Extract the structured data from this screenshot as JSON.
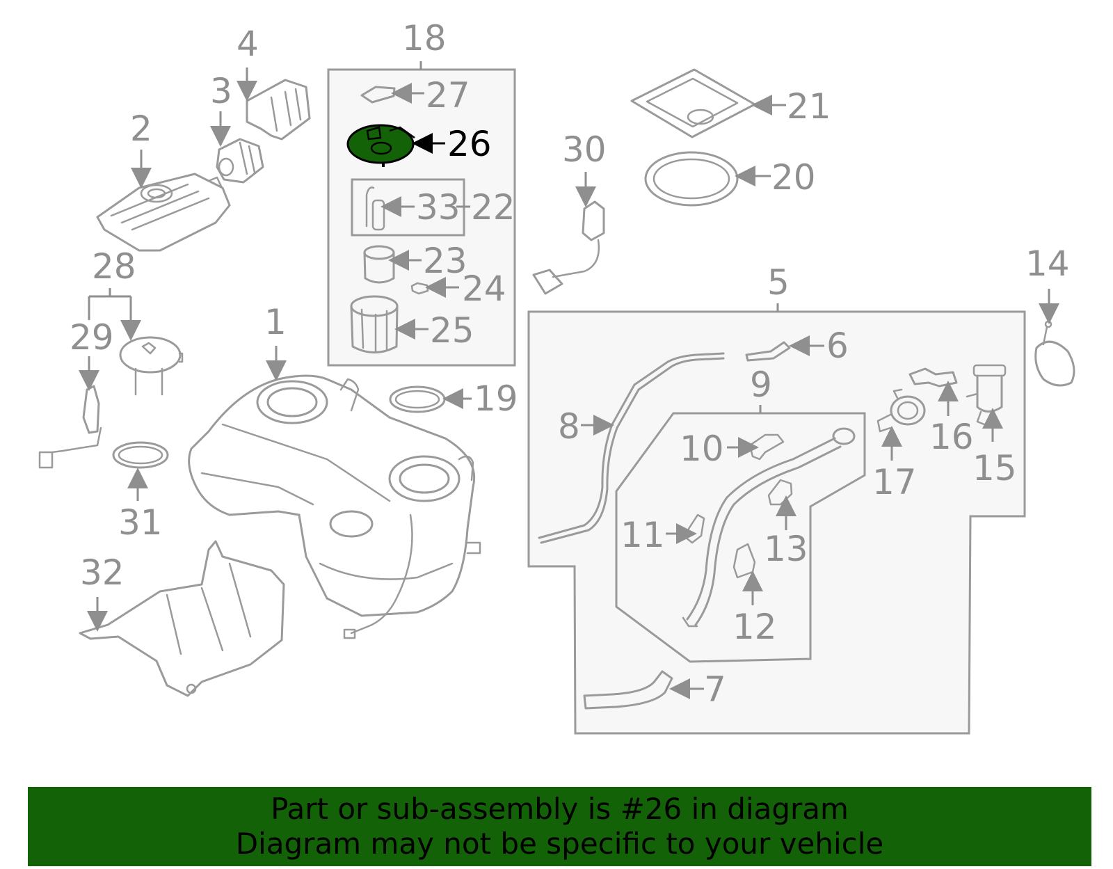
{
  "diagram": {
    "highlight_part": "26",
    "highlight_color": "#136207",
    "line_color": "#9a9a9a",
    "callouts": [
      "1",
      "2",
      "3",
      "4",
      "5",
      "6",
      "7",
      "8",
      "9",
      "10",
      "11",
      "12",
      "13",
      "14",
      "15",
      "16",
      "17",
      "18",
      "19",
      "20",
      "21",
      "22",
      "23",
      "24",
      "25",
      "26",
      "27",
      "28",
      "29",
      "30",
      "31",
      "32",
      "33"
    ]
  },
  "banner": {
    "line1": "Part or sub-assembly is #26 in diagram",
    "line2": "Diagram may not be specific to your vehicle",
    "background": "#136207"
  }
}
